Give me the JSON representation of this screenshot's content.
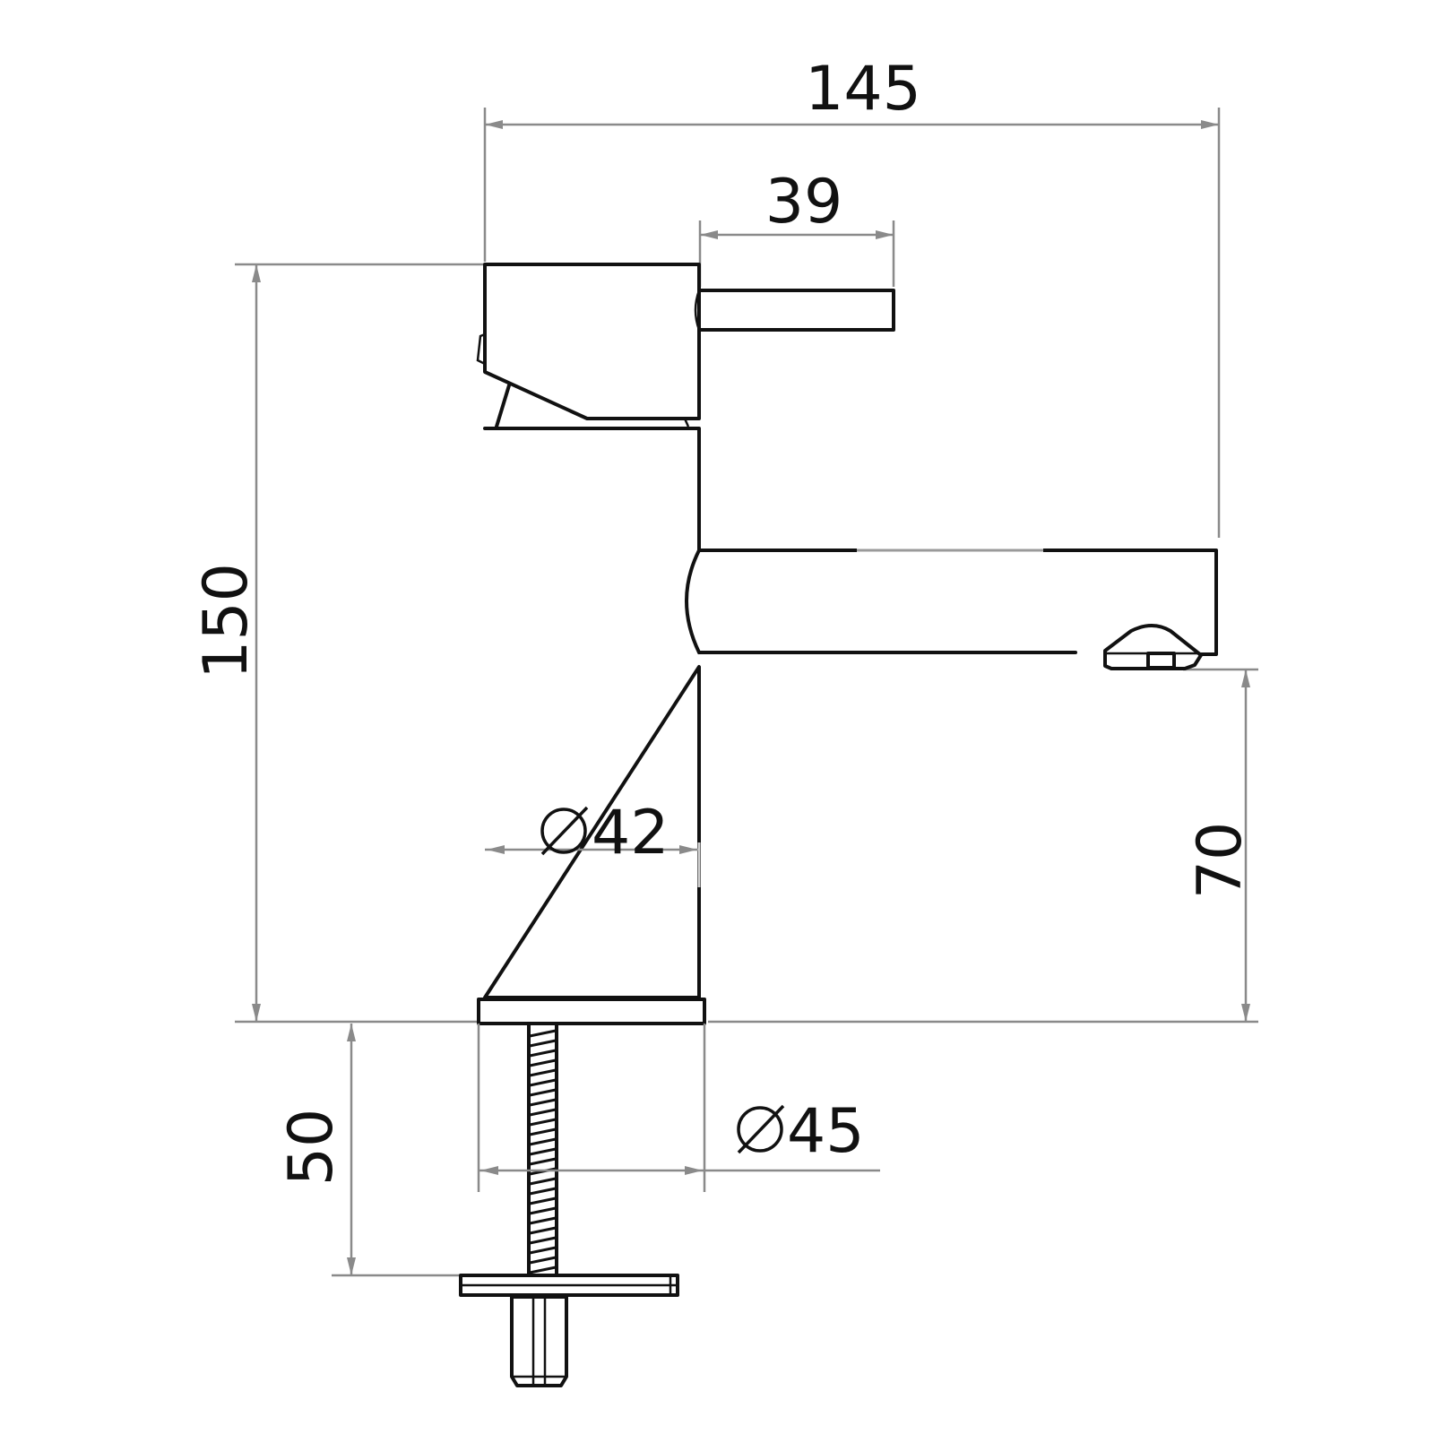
{
  "dimensions": {
    "overall_width": "145",
    "lever_length": "39",
    "total_height": "150",
    "spout_height": "70",
    "body_diameter": "42",
    "base_diameter": "45",
    "shank_length": "50"
  },
  "symbols": {
    "diameter": "⌀"
  },
  "colors": {
    "outline": "#111111",
    "dimension_line": "#8a8a8a",
    "background": "#ffffff"
  }
}
